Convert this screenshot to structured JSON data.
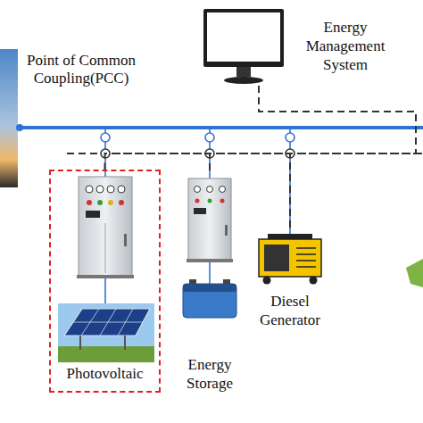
{
  "diagram": {
    "nodes": [
      {
        "text": [
          "Energy Management System"
        ]
      },
      {
        "text": [
          "Photovoltaic"
        ]
      },
      {
        "text": [
          "Energy Storage"
        ]
      },
      {
        "text": [
          "Diesel Generator"
        ]
      }
    ],
    "edges": [
      {
        "from": 0,
        "to": 1,
        "arrow": "none"
      },
      {
        "from": 0,
        "to": 2,
        "arrow": "none"
      },
      {
        "from": 0,
        "to": 3,
        "arrow": "none"
      }
    ],
    "labels": [
      "Point of Common Coupling(PCC)"
    ]
  }
}
